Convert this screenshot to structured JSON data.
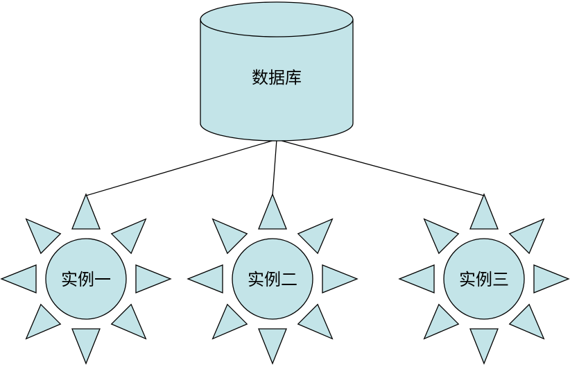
{
  "database": {
    "label": "数据库"
  },
  "instances": [
    {
      "label": "实例一"
    },
    {
      "label": "实例二"
    },
    {
      "label": "实例三"
    }
  ],
  "colors": {
    "fill": "#c3e4e8",
    "stroke": "#000000"
  },
  "icons": {
    "database": "cylinder",
    "instance": "sun"
  }
}
